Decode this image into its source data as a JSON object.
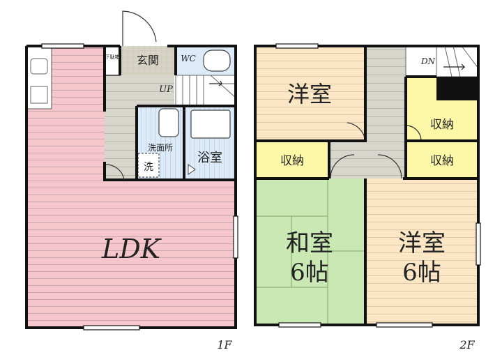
{
  "floor1": {
    "floor_label": "1F",
    "ldk": "LDK",
    "genkan": "玄関",
    "wc": "WC",
    "geta": "下駄箱",
    "up": "UP",
    "senmen": "洗面所",
    "sen": "洗",
    "yokushitsu": "浴室"
  },
  "floor2": {
    "floor_label": "2F",
    "youshitsu_top": "洋室",
    "dn": "DN",
    "shuno_right_top": "収納",
    "shuno_left": "収納",
    "shuno_right": "収納",
    "washitsu": "和室",
    "washitsu_size": "6帖",
    "youshitsu_bottom": "洋室",
    "youshitsu_bottom_size": "6帖"
  },
  "colors": {
    "ldk": "#f5c6cc",
    "floor_grey": "#d6d6cc",
    "bath": "#dcebf7",
    "youshitsu": "#fbe7c6",
    "washitsu": "#c9e8b4",
    "shuno": "#fdf8a8",
    "wall": "#111111"
  }
}
